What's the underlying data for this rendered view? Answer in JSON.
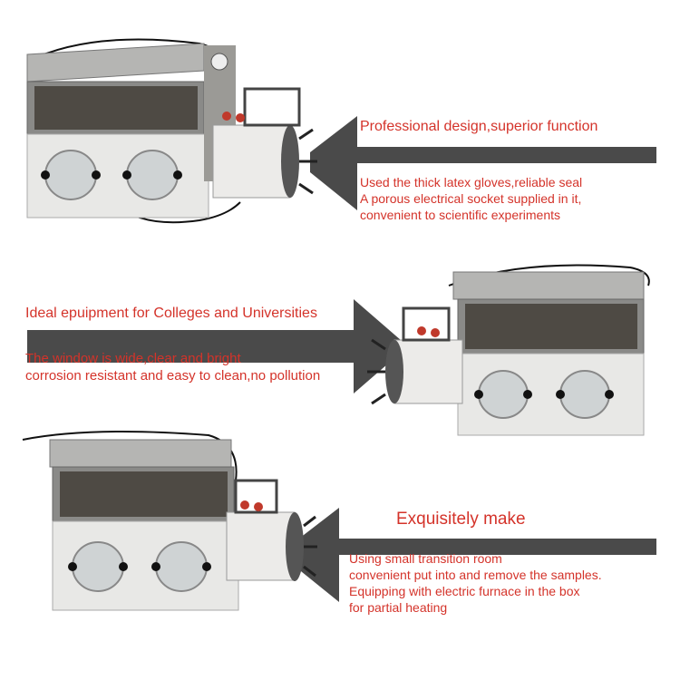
{
  "section1": {
    "heading": "Professional design,superior function",
    "lines": [
      "Used the thick latex gloves,reliable seal",
      "A porous electrical socket supplied in it,",
      "convenient to scientific experiments"
    ]
  },
  "section2": {
    "heading": "Ideal epuipment for Colleges and Universities",
    "lines": [
      "The window is wide,clear and bright",
      "corrosion resistant and easy to clean,no pollution"
    ]
  },
  "section3": {
    "heading": "Exquisitely make",
    "lines": [
      "Using small transition room",
      "convenient put into and remove the samples.",
      "Equipping with electric furnace in the box",
      "for partial heating"
    ]
  },
  "colors": {
    "text_red": "#d4332a",
    "arrow_gray": "#4a4a4a",
    "cabinet_white": "#e8e8e6",
    "steel": "#a9a9a7"
  }
}
